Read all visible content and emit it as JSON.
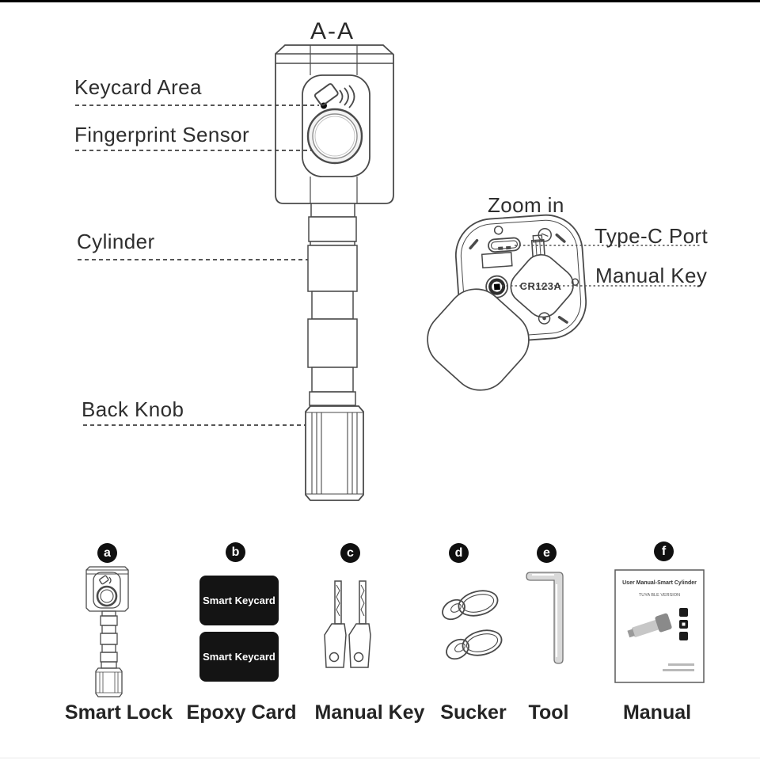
{
  "page": {
    "section_title": "A-A"
  },
  "lock": {
    "labels": {
      "keycard": "Keycard Area",
      "fingerprint": "Fingerprint Sensor",
      "cylinder": "Cylinder",
      "back_knob": "Back Knob"
    }
  },
  "zoom_panel": {
    "title": "Zoom in",
    "type_c": "Type-C Port",
    "manual_key": "Manual Key",
    "battery": "CR123A"
  },
  "accessories": {
    "keycard_text": "Smart Keycard",
    "items": [
      {
        "badge": "a",
        "label": "Smart Lock"
      },
      {
        "badge": "b",
        "label": "Epoxy Card"
      },
      {
        "badge": "c",
        "label": "Manual Key"
      },
      {
        "badge": "d",
        "label": "Sucker"
      },
      {
        "badge": "e",
        "label": "Tool"
      },
      {
        "badge": "f",
        "label": "Manual"
      }
    ]
  },
  "manual_cover": {
    "title": "User Manual-Smart Cylinder",
    "subtitle": "TUYA BLE VERSION"
  },
  "colors": {
    "line": "#4a4a4a",
    "text": "#2f2f2f",
    "card_bg": "#141414",
    "badge_bg": "#101010"
  }
}
